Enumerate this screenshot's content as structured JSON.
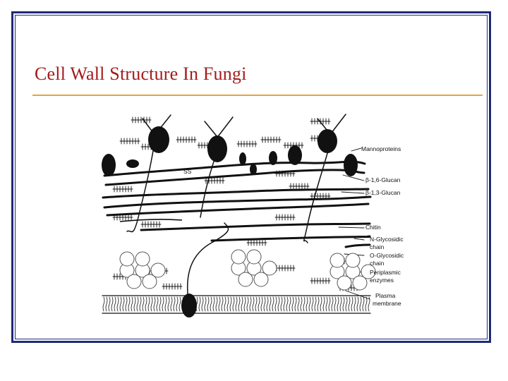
{
  "slide": {
    "title": "Cell Wall Structure In Fungi"
  },
  "diagram": {
    "labels": {
      "mannoproteins": "Mannoproteins",
      "beta16": "β-1,6-Glucan",
      "beta13": "β-1,3-Glucan",
      "chitin": "Chitin",
      "nglyco_1": "N-Glycosidic",
      "nglyco_2": "chain",
      "oglyco_1": "O-Glycosidic",
      "oglyco_2": "chain",
      "periplasmic_1": "Periplasmic",
      "periplasmic_2": "enzymes",
      "plasma_1": "Plasma",
      "plasma_2": "membrane",
      "ss": "SS"
    }
  }
}
